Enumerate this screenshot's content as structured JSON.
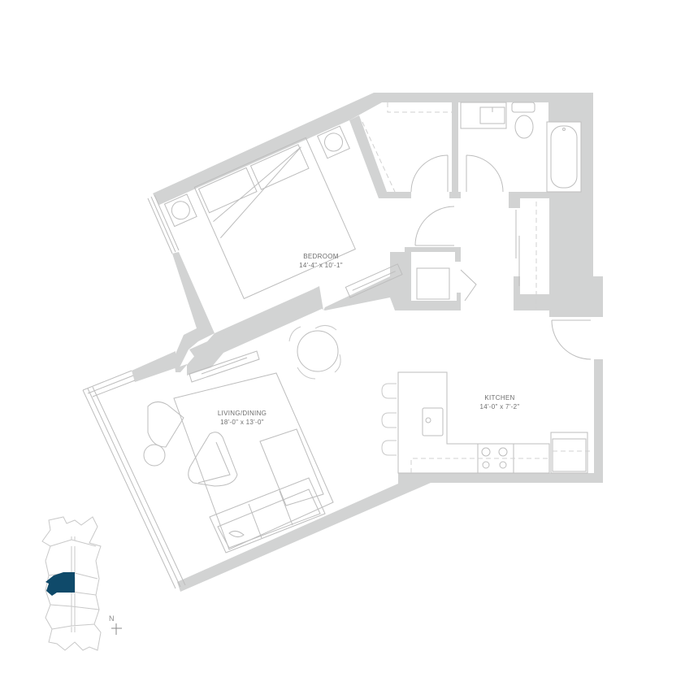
{
  "floorplan": {
    "rooms": [
      {
        "name": "BEDROOM",
        "dimensions": "14'-4\" x 10'-1\""
      },
      {
        "name": "LIVING/DINING",
        "dimensions": "18'-0\" x 13'-0\""
      },
      {
        "name": "KITCHEN",
        "dimensions": "14'-0\" x 7'-2\""
      }
    ],
    "colors": {
      "wall": "#d2d3d3",
      "line": "#bdbdbd",
      "highlight_unit": "#0f4a6a",
      "label": "#6e6e6e"
    }
  },
  "key_plan": {
    "highlight_color": "#0f4a6a",
    "north_label": "N"
  }
}
